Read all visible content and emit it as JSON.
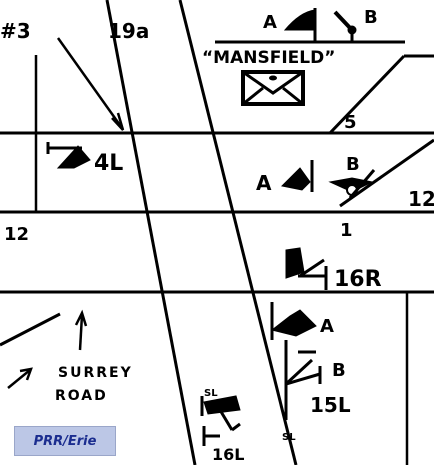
{
  "labels": {
    "signal_3": "#3",
    "track_19a": "19a",
    "mansfield": "“MANSFIELD”",
    "sig_A_top": "A",
    "sig_B_top": "B",
    "track_5": "5",
    "sig_4L": "4L",
    "sig_A_mid": "A",
    "sig_B_mid": "B",
    "track_12_right": "12",
    "track_12_left": "12",
    "track_1": "1",
    "sig_16R": "16R",
    "sig_A_low": "A",
    "sig_B_low": "B",
    "surrey": "SURREY",
    "road": "ROAD",
    "sig_15L": "15L",
    "sl_upper": "SL",
    "sl_lower": "SL",
    "sig_16L": "16L"
  },
  "credit": "PRR/Erie",
  "icons": {
    "station": "envelope-box-icon",
    "signal": "semaphore-signal-icon"
  }
}
